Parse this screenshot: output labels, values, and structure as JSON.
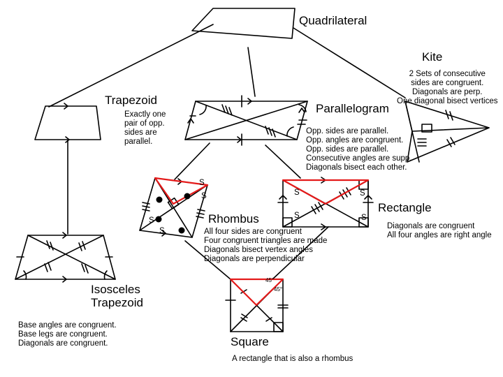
{
  "quadrilateral": {
    "title": "Quadrilateral"
  },
  "kite": {
    "title": "Kite",
    "properties": "2 Sets of consecutive\nsides are  congruent.\nDiagonals are perp.\nOne diagonal bisect vertices"
  },
  "trapezoid": {
    "title": "Trapezoid",
    "properties": "Exactly one\npair of opp.\nsides are\nparallel."
  },
  "parallelogram": {
    "title": "Parallelogram",
    "properties": "Opp. sides are parallel.\nOpp. angles are congruent.\nOpp. sides are parallel.\nConsecutive angles are supp.\nDiagonals bisect each other."
  },
  "rhombus": {
    "title": "Rhombus",
    "properties": "All four sides are congruent\nFour congruent triangles are made\nDiagonals bisect vertex angles\nDiagonals are perpendicular"
  },
  "rectangle": {
    "title": "Rectangle",
    "properties": "Diagonals are congruent\nAll four angles are right angle"
  },
  "isosceles_trapezoid": {
    "title": "Isosceles\nTrapezoid",
    "properties": "Base angles are congruent.\nBase legs are congruent.\nDiagonals are congruent."
  },
  "square": {
    "title": "Square",
    "properties": "A rectangle that is also a rhombus",
    "angle_labels": [
      "45°",
      "45°"
    ]
  },
  "angle_marks": {
    "s": "S"
  },
  "colors": {
    "ink": "#000000",
    "highlight": "#e41a1a"
  }
}
